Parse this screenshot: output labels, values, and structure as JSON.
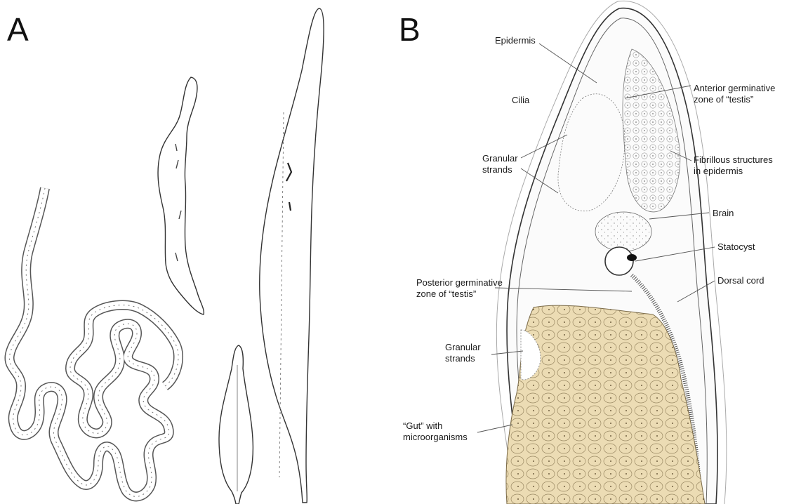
{
  "panels": {
    "a": {
      "letter": "A"
    },
    "b": {
      "letter": "B"
    }
  },
  "labels": {
    "epidermis": "Epidermis",
    "cilia": "Cilia",
    "anterior_germinative_1": "Anterior germinative",
    "anterior_germinative_2": "zone of “testis”",
    "granular_strands_upper_1": "Granular",
    "granular_strands_upper_2": "strands",
    "fibrillous_1": "Fibrillous structures",
    "fibrillous_2": "in epidermis",
    "brain": "Brain",
    "statocyst": "Statocyst",
    "posterior_germinative_1": "Posterior germinative",
    "posterior_germinative_2": "zone of “testis”",
    "dorsal_cord": "Dorsal cord",
    "granular_strands_lower_1": "Granular",
    "granular_strands_lower_2": "strands",
    "gut_1": "“Gut” with",
    "gut_2": "microorganisms"
  },
  "colors": {
    "gut_fill": "#ecdcb4",
    "ink": "#333333"
  }
}
